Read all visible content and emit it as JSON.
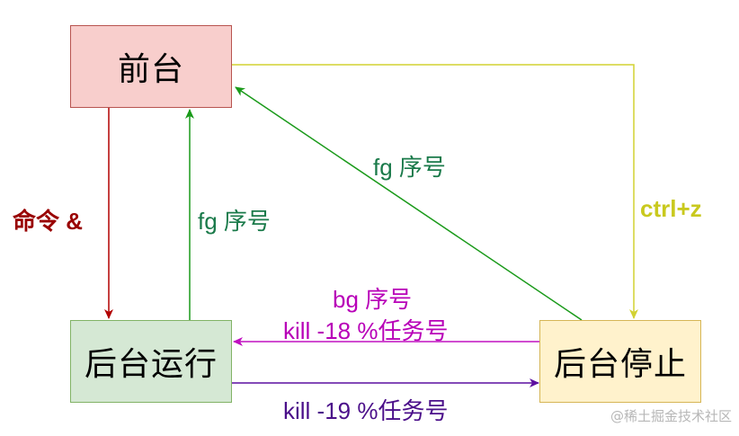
{
  "nodes": {
    "foreground": {
      "label": "前台",
      "fill": "#f8cecc",
      "stroke": "#b85450"
    },
    "bg_running": {
      "label": "后台运行",
      "fill": "#d5e8d4",
      "stroke": "#82b366"
    },
    "bg_stopped": {
      "label": "后台停止",
      "fill": "#fff2cc",
      "stroke": "#d6b656"
    }
  },
  "edges": {
    "cmd_amp": {
      "label": "命令  &",
      "color": "#b20000",
      "text_color": "#990000"
    },
    "fg_from_running": {
      "label": "fg  序号",
      "color": "#1a9a1a",
      "text_color": "#1a7a4a"
    },
    "fg_from_stopped": {
      "label": "fg  序号",
      "color": "#1a9a1a",
      "text_color": "#1a7a4a"
    },
    "ctrl_z": {
      "label": "ctrl+z",
      "color": "#d2d232",
      "text_color": "#c9c91e"
    },
    "bg_kill18": {
      "label_1": "bg   序号",
      "label_2": "kill  -18  %任务号",
      "color": "#c010c0",
      "text_color": "#b800b8"
    },
    "kill19": {
      "label": "kill  -19  %任务号",
      "color": "#5c0fa0",
      "text_color": "#4b0f8a"
    }
  },
  "watermark": "@稀土掘金技术社区"
}
